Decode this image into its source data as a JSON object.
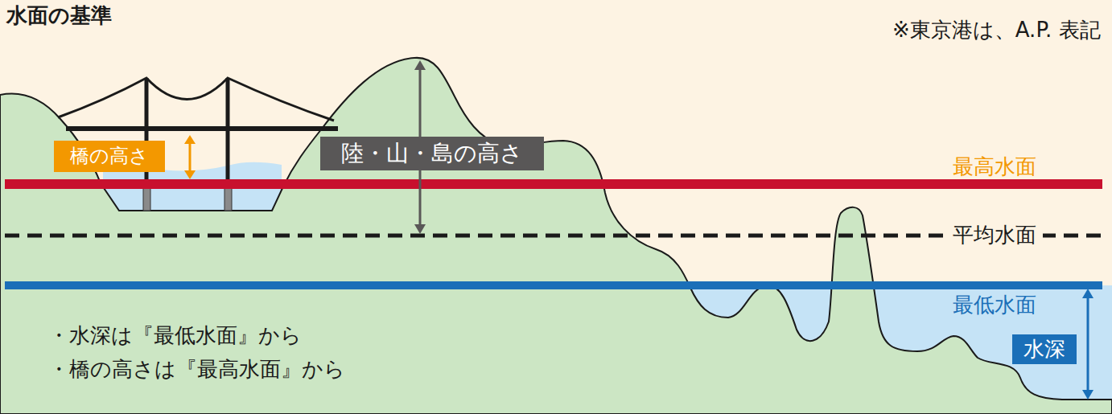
{
  "diagram": {
    "title": "水面の基準",
    "nodes": [
      {
        "text": [
          "橋の高さ"
        ]
      },
      {
        "text": [
          "陸・山・島の高さ"
        ]
      },
      {
        "text": [
          "水深"
        ]
      }
    ],
    "labels": [
      "※東京港は、A.P. 表記",
      "最高水面",
      "平均水面",
      "最低水面",
      "・水深は『最低水面』から",
      "・橋の高さは『最高水面』から"
    ]
  }
}
